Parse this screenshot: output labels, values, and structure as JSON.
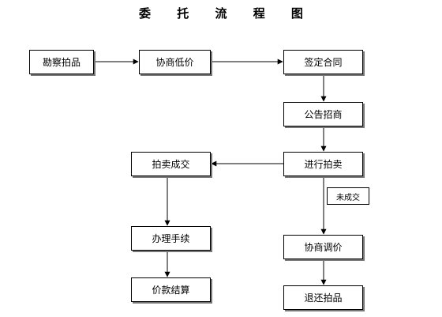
{
  "title": "委 托 流 程 图",
  "nodes": {
    "survey": "勘察拍品",
    "negotiate_price": "协商低价",
    "sign_contract": "签定合同",
    "announce": "公告招商",
    "auction": "进行拍卖",
    "deal": "拍卖成交",
    "formalities": "办理手续",
    "payment": "价款结算",
    "adjust_price": "协商调价",
    "return_items": "退还拍品"
  },
  "edge_labels": {
    "no_deal": "未成交"
  }
}
